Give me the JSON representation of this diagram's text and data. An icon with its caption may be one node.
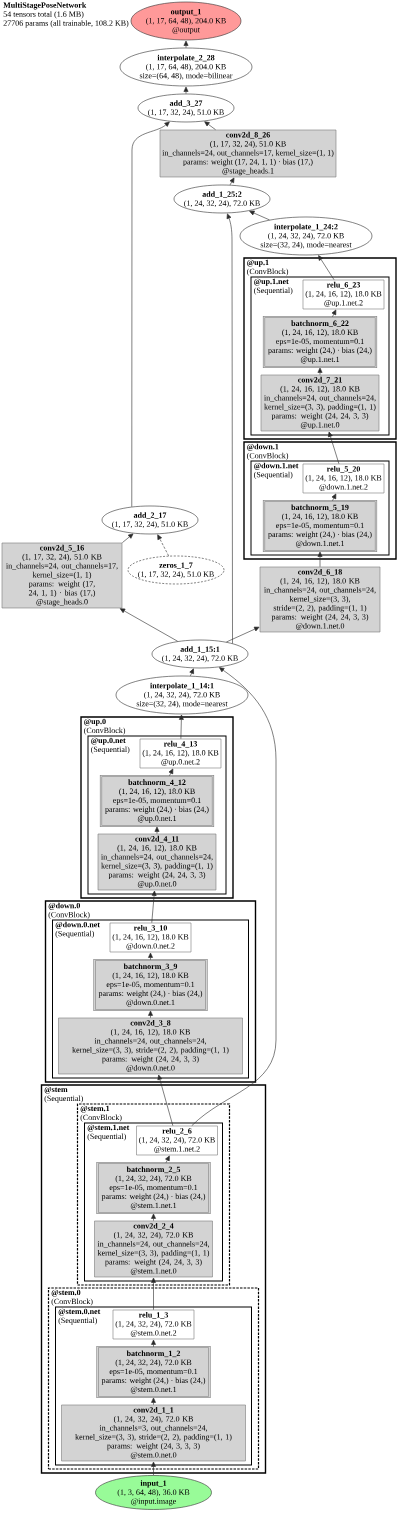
{
  "diagram": {
    "title": "MultiStagePoseNetwork",
    "labels": [
      "54 tensors total (1.6 MB)",
      "27706 params (all trainable, 108.2 KB)"
    ],
    "nodes": [
      {
        "text": [
          "output_1",
          "(1, 17, 64, 48), 204.0 KB",
          "@output"
        ]
      },
      {
        "text": [
          "interpolate_2_28",
          "(1, 17, 64, 48), 204.0 KB",
          "size=(64, 48), mode=bilinear"
        ]
      },
      {
        "text": [
          "add_3_27",
          "(1, 17, 32, 24), 51.0 KB"
        ]
      },
      {
        "text": [
          "conv2d_8_26",
          "(1, 17, 32, 24), 51.0 KB",
          "in_channels=24, out_channels=17, kernel_size=(1, 1)",
          "params: weight (17, 24, 1, 1) · bias (17,)",
          "@stage_heads.1"
        ]
      },
      {
        "text": [
          "add_1_25:2",
          "(1, 24, 32, 24), 72.0 KB"
        ]
      },
      {
        "text": [
          "interpolate_1_24:2",
          "(1, 24, 32, 24), 72.0 KB",
          "size=(32, 24), mode=nearest"
        ]
      },
      {
        "text": [
          "@up.1",
          "(ConvBlock)"
        ]
      },
      {
        "text": [
          "@up.1.net",
          "(Sequential)"
        ],
        "in": 6
      },
      {
        "text": [
          "relu_6_23",
          "(1, 24, 16, 12), 18.0 KB",
          "@up.1.net.2"
        ],
        "in": 7
      },
      {
        "text": [
          "batchnorm_6_22",
          "(1, 24, 16, 12), 18.0 KB",
          "eps=1e-05, momentum=0.1",
          "params: weight (24,) · bias (24,)",
          "@up.1.net.1"
        ],
        "in": 7
      },
      {
        "text": [
          "conv2d_7_21",
          "(1, 24, 16, 12), 18.0 KB",
          "in_channels=24, out_channels=24, kernel_size=(3, 3), padding=(1, 1)",
          "params: weight (24, 24, 3, 3)",
          "@up.1.net.0"
        ],
        "in": 7
      },
      {
        "text": [
          "@down.1",
          "(ConvBlock)"
        ]
      },
      {
        "text": [
          "@down.1.net",
          "(Sequential)"
        ],
        "in": 11
      },
      {
        "text": [
          "relu_5_20",
          "(1, 24, 16, 12), 18.0 KB",
          "@down.1.net.2"
        ],
        "in": 12
      },
      {
        "text": [
          "batchnorm_5_19",
          "(1, 24, 16, 12), 18.0 KB",
          "eps=1e-05, momentum=0.1",
          "params: weight (24,) · bias (24,)",
          "@down.1.net.1"
        ],
        "in": 12
      },
      {
        "text": [
          "add_2_17",
          "(1, 17, 32, 24), 51.0 KB"
        ]
      },
      {
        "text": [
          "conv2d_5_16",
          "(1, 17, 32, 24), 51.0 KB",
          "in_channels=24, out_channels=17, kernel_size=(1, 1)",
          "params: weight (17, 24, 1, 1) · bias (17,)",
          "@stage_heads.0"
        ]
      },
      {
        "text": [
          "zeros_1_7",
          "(1, 17, 32, 24), 51.0 KB"
        ]
      },
      {
        "text": [
          "conv2d_6_18",
          "(1, 24, 16, 12), 18.0 KB",
          "in_channels=24, out_channels=24, kernel_size=(3, 3), stride=(2, 2), padding=(1, 1)",
          "params: weight (24, 24, 3, 3)",
          "@down.1.net.0"
        ]
      },
      {
        "text": [
          "add_1_15:1",
          "(1, 24, 32, 24), 72.0 KB"
        ]
      },
      {
        "text": [
          "interpolate_1_14:1",
          "(1, 24, 32, 24), 72.0 KB",
          "size=(32, 24), mode=nearest"
        ]
      },
      {
        "text": [
          "@up.0",
          "(ConvBlock)"
        ]
      },
      {
        "text": [
          "@up.0.net",
          "(Sequential)"
        ],
        "in": 21
      },
      {
        "text": [
          "relu_4_13",
          "(1, 24, 16, 12), 18.0 KB",
          "@up.0.net.2"
        ],
        "in": 22
      },
      {
        "text": [
          "batchnorm_4_12",
          "(1, 24, 16, 12), 18.0 KB",
          "eps=1e-05, momentum=0.1",
          "params: weight (24,) · bias (24,)",
          "@up.0.net.1"
        ],
        "in": 22
      },
      {
        "text": [
          "conv2d_4_11",
          "(1, 24, 16, 12), 18.0 KB",
          "in_channels=24, out_channels=24, kernel_size=(3, 3), padding=(1, 1)",
          "params: weight (24, 24, 3, 3)",
          "@up.0.net.0"
        ],
        "in": 22
      },
      {
        "text": [
          "@down.0",
          "(ConvBlock)"
        ]
      },
      {
        "text": [
          "@down.0.net",
          "(Sequential)"
        ],
        "in": 26
      },
      {
        "text": [
          "relu_3_10",
          "(1, 24, 16, 12), 18.0 KB",
          "@down.0.net.2"
        ],
        "in": 27
      },
      {
        "text": [
          "batchnorm_3_9",
          "(1, 24, 16, 12), 18.0 KB",
          "eps=1e-05, momentum=0.1",
          "params: weight (24,) · bias (24,)",
          "@down.0.net.1"
        ],
        "in": 27
      },
      {
        "text": [
          "conv2d_3_8",
          "(1, 24, 16, 12), 18.0 KB",
          "in_channels=24, out_channels=24, kernel_size=(3, 3), stride=(2, 2), padding=(1, 1)",
          "params: weight (24, 24, 3, 3)",
          "@down.0.net.0"
        ],
        "in": 27
      },
      {
        "text": [
          "@stem",
          "(Sequential)"
        ]
      },
      {
        "text": [
          "@stem.1",
          "(ConvBlock)"
        ],
        "in": 31
      },
      {
        "text": [
          "@stem.1.net",
          "(Sequential)"
        ],
        "in": 32
      },
      {
        "text": [
          "relu_2_6",
          "(1, 24, 32, 24), 72.0 KB",
          "@stem.1.net.2"
        ],
        "in": 33
      },
      {
        "text": [
          "batchnorm_2_5",
          "(1, 24, 32, 24), 72.0 KB",
          "eps=1e-05, momentum=0.1",
          "params: weight (24,) · bias (24,)",
          "@stem.1.net.1"
        ],
        "in": 33
      },
      {
        "text": [
          "conv2d_2_4",
          "(1, 24, 32, 24), 72.0 KB",
          "in_channels=24, out_channels=24, kernel_size=(3, 3), padding=(1, 1)",
          "params: weight (24, 24, 3, 3)",
          "@stem.1.net.0"
        ],
        "in": 33
      },
      {
        "text": [
          "@stem.0",
          "(ConvBlock)"
        ],
        "in": 31
      },
      {
        "text": [
          "@stem.0.net",
          "(Sequential)"
        ],
        "in": 37
      },
      {
        "text": [
          "relu_1_3",
          "(1, 24, 32, 24), 72.0 KB",
          "@stem.0.net.2"
        ],
        "in": 38
      },
      {
        "text": [
          "batchnorm_1_2",
          "(1, 24, 32, 24), 72.0 KB",
          "eps=1e-05, momentum=0.1",
          "params: weight (24,) · bias (24,)",
          "@stem.0.net.1"
        ],
        "in": 38
      },
      {
        "text": [
          "conv2d_1_1",
          "(1, 24, 32, 24), 72.0 KB",
          "in_channels=3, out_channels=24, kernel_size=(3, 3), stride=(2, 2), padding=(1, 1)",
          "params: weight (24, 3, 3, 3)",
          "@stem.0.net.0"
        ],
        "in": 38
      },
      {
        "text": [
          "input_1",
          "(1, 3, 64, 48), 36.0 KB",
          "@input.image"
        ]
      }
    ],
    "edges": [
      {
        "from": 42,
        "to": 41,
        "arrow": "to"
      },
      {
        "from": 41,
        "to": 40,
        "arrow": "to"
      },
      {
        "from": 40,
        "to": 39,
        "arrow": "to"
      },
      {
        "from": 39,
        "to": 36,
        "arrow": "to"
      },
      {
        "from": 36,
        "to": 35,
        "arrow": "to"
      },
      {
        "from": 35,
        "to": 34,
        "arrow": "to"
      },
      {
        "from": 34,
        "to": 30,
        "arrow": "to"
      },
      {
        "from": 34,
        "to": 19,
        "arrow": "to"
      },
      {
        "from": 30,
        "to": 29,
        "arrow": "to"
      },
      {
        "from": 29,
        "to": 28,
        "arrow": "to"
      },
      {
        "from": 28,
        "to": 25,
        "arrow": "to"
      },
      {
        "from": 25,
        "to": 24,
        "arrow": "to"
      },
      {
        "from": 24,
        "to": 23,
        "arrow": "to"
      },
      {
        "from": 23,
        "to": 20,
        "arrow": "to"
      },
      {
        "from": 20,
        "to": 19,
        "arrow": "to"
      },
      {
        "from": 19,
        "to": 16,
        "arrow": "to"
      },
      {
        "from": 19,
        "to": 18,
        "arrow": "to"
      },
      {
        "from": 19,
        "to": 4,
        "arrow": "to"
      },
      {
        "from": 16,
        "to": 15,
        "arrow": "to"
      },
      {
        "from": 17,
        "to": 15,
        "arrow": "to",
        "style": "dashed"
      },
      {
        "from": 15,
        "to": 2,
        "arrow": "to"
      },
      {
        "from": 18,
        "to": 14,
        "arrow": "to"
      },
      {
        "from": 14,
        "to": 13,
        "arrow": "to"
      },
      {
        "from": 13,
        "to": 10,
        "arrow": "to"
      },
      {
        "from": 10,
        "to": 9,
        "arrow": "to"
      },
      {
        "from": 9,
        "to": 8,
        "arrow": "to"
      },
      {
        "from": 8,
        "to": 5,
        "arrow": "to"
      },
      {
        "from": 5,
        "to": 4,
        "arrow": "to"
      },
      {
        "from": 4,
        "to": 3,
        "arrow": "to"
      },
      {
        "from": 3,
        "to": 2,
        "arrow": "to"
      },
      {
        "from": 2,
        "to": 1,
        "arrow": "to"
      },
      {
        "from": 1,
        "to": 0,
        "arrow": "to"
      }
    ]
  }
}
